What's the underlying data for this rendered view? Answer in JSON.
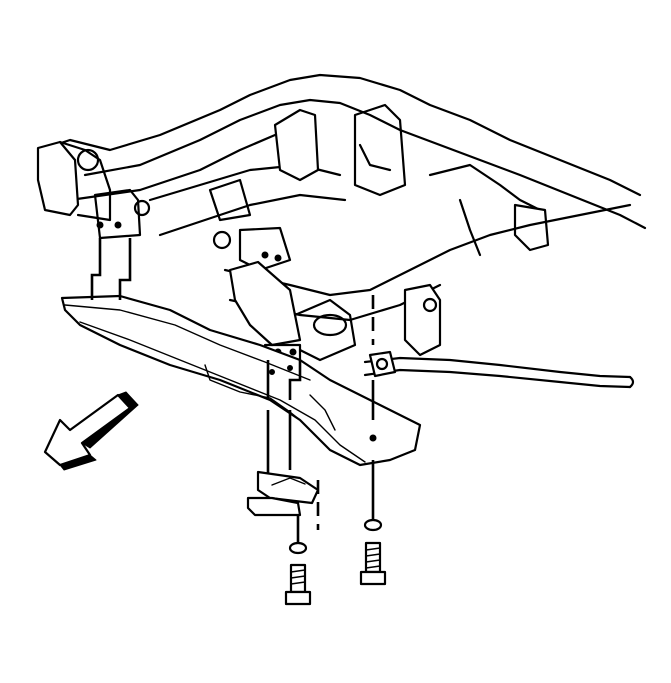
{
  "diagram": {
    "parts": [
      {
        "id": "frame",
        "icon": "vehicle-frame"
      },
      {
        "id": "skid-plate",
        "icon": "skid-plate"
      },
      {
        "id": "stabilizer-bar",
        "icon": "stabilizer-bar"
      },
      {
        "id": "mounting-bracket",
        "icon": "bracket"
      },
      {
        "id": "bolt-left",
        "icon": "bolt"
      },
      {
        "id": "bolt-right",
        "icon": "bolt"
      },
      {
        "id": "washer-left",
        "icon": "washer"
      },
      {
        "id": "washer-right",
        "icon": "washer"
      },
      {
        "id": "front-arrow",
        "icon": "direction-arrow"
      }
    ]
  }
}
